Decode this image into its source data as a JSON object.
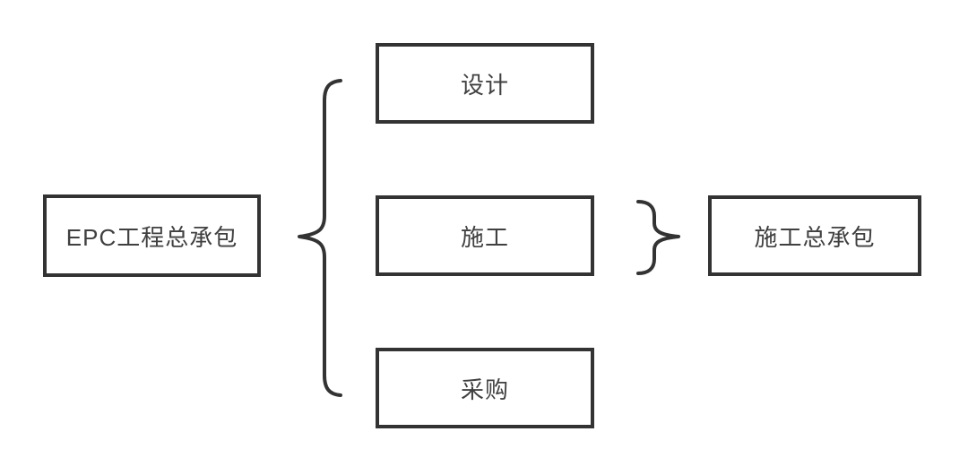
{
  "colors": {
    "background": "#ffffff",
    "line": "#333333",
    "text": "#404040"
  },
  "diagram": {
    "left_node": {
      "label": "EPC工程总承包"
    },
    "middle_nodes": [
      {
        "label": "设计"
      },
      {
        "label": "施工"
      },
      {
        "label": "采购"
      }
    ],
    "right_node": {
      "label": "施工总承包"
    }
  }
}
